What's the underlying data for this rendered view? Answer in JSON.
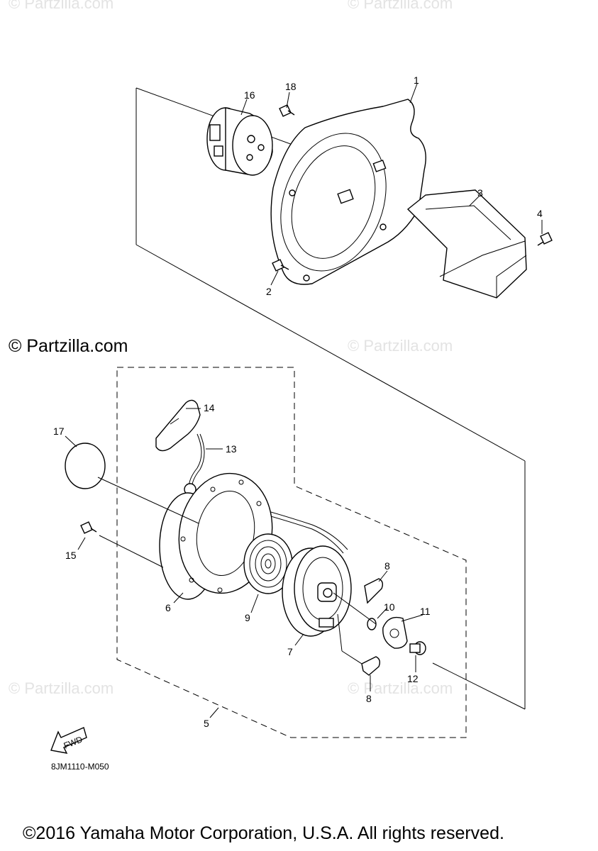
{
  "watermarks": {
    "top_left": "© Partzilla.com",
    "top_right": "© Partzilla.com",
    "mid_left": "© Partzilla.com",
    "mid_right": "© Partzilla.com",
    "bottom_left": "© Partzilla.com",
    "bottom_right": "© Partzilla.com"
  },
  "copyright_label": "© Partzilla.com",
  "callouts": {
    "c1": "1",
    "c2": "2",
    "c3": "3",
    "c4": "4",
    "c5": "5",
    "c6": "6",
    "c7": "7",
    "c8a": "8",
    "c8b": "8",
    "c9": "9",
    "c10": "10",
    "c11": "11",
    "c12": "12",
    "c13": "13",
    "c14": "14",
    "c15": "15",
    "c16": "16",
    "c17": "17",
    "c18": "18"
  },
  "fwd_label": "FWD",
  "diagram_code": "8JM1110-M050",
  "footer_text": "©2016 Yamaha Motor Corporation, U.S.A. All rights reserved."
}
